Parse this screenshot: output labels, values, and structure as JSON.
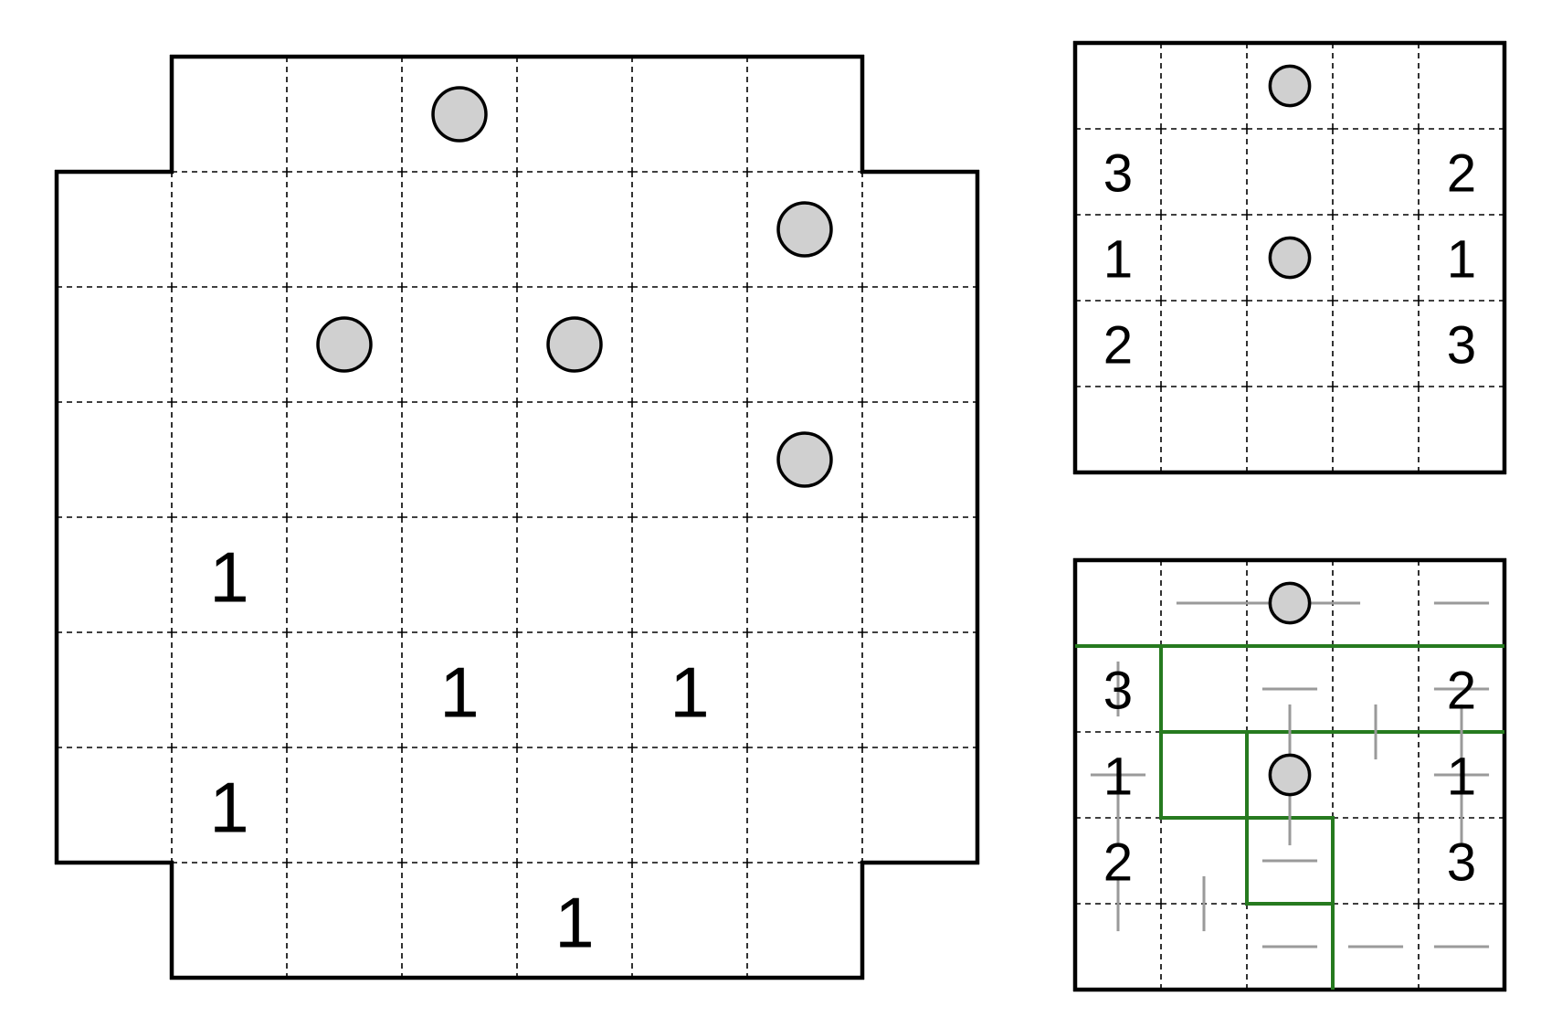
{
  "colors": {
    "background": "#ffffff",
    "border": "#000000",
    "grid_dashed": "#000000",
    "circle_fill": "#d0d0d0",
    "circle_stroke": "#000000",
    "clue_text": "#000000",
    "solution_line": "#267a1f",
    "hint_mark": "#9a9a9a"
  },
  "main_puzzle": {
    "shape": "8x8 grid with the four corner cells removed",
    "rows": 8,
    "cols": 8,
    "missing_cells": [
      [
        0,
        0
      ],
      [
        0,
        7
      ],
      [
        7,
        0
      ],
      [
        7,
        7
      ]
    ],
    "circles": [
      [
        0,
        3
      ],
      [
        1,
        6
      ],
      [
        2,
        2
      ],
      [
        2,
        4
      ],
      [
        3,
        6
      ]
    ],
    "clues": [
      {
        "row": 4,
        "col": 1,
        "value": "1"
      },
      {
        "row": 5,
        "col": 3,
        "value": "1"
      },
      {
        "row": 5,
        "col": 5,
        "value": "1"
      },
      {
        "row": 6,
        "col": 1,
        "value": "1"
      },
      {
        "row": 7,
        "col": 4,
        "value": "1"
      }
    ]
  },
  "example_puzzle": {
    "rows": 5,
    "cols": 5,
    "circles": [
      [
        0,
        2
      ],
      [
        2,
        2
      ]
    ],
    "clues": [
      {
        "row": 1,
        "col": 0,
        "value": "3"
      },
      {
        "row": 1,
        "col": 4,
        "value": "2"
      },
      {
        "row": 2,
        "col": 0,
        "value": "1"
      },
      {
        "row": 2,
        "col": 4,
        "value": "1"
      },
      {
        "row": 3,
        "col": 0,
        "value": "2"
      },
      {
        "row": 3,
        "col": 4,
        "value": "3"
      }
    ]
  },
  "solution_puzzle": {
    "rows": 5,
    "cols": 5,
    "circles": [
      [
        0,
        2
      ],
      [
        2,
        2
      ]
    ],
    "clues": [
      {
        "row": 1,
        "col": 0,
        "value": "3"
      },
      {
        "row": 1,
        "col": 4,
        "value": "2"
      },
      {
        "row": 2,
        "col": 0,
        "value": "1"
      },
      {
        "row": 2,
        "col": 4,
        "value": "1"
      },
      {
        "row": 3,
        "col": 0,
        "value": "2"
      },
      {
        "row": 3,
        "col": 4,
        "value": "3"
      }
    ],
    "region_borders": [
      [
        [
          0,
          1
        ],
        [
          5,
          1
        ]
      ],
      [
        [
          1,
          1
        ],
        [
          1,
          2
        ],
        [
          2,
          2
        ],
        [
          2,
          3
        ],
        [
          3,
          3
        ],
        [
          3,
          5
        ]
      ],
      [
        [
          1,
          3
        ],
        [
          2,
          3
        ],
        [
          2,
          4
        ],
        [
          3,
          4
        ]
      ],
      [
        [
          5,
          2
        ],
        [
          1,
          2
        ],
        [
          1,
          3
        ],
        [
          3,
          3
        ]
      ]
    ],
    "hint_marks": [
      {
        "row": 0,
        "col": 1,
        "dir": "h"
      },
      {
        "row": 0,
        "col": 2,
        "dir": "h-left"
      },
      {
        "row": 0,
        "col": 2,
        "dir": "h-right"
      },
      {
        "row": 0,
        "col": 4,
        "dir": "h"
      },
      {
        "row": 1,
        "col": 2,
        "dir": "h"
      },
      {
        "row": 1,
        "col": 4,
        "dir": "h"
      },
      {
        "row": 1,
        "col": 0,
        "dir": "v"
      },
      {
        "row": 1,
        "col": 2,
        "dir": "v-low"
      },
      {
        "row": 1,
        "col": 3,
        "dir": "v-low"
      },
      {
        "row": 1,
        "col": 4,
        "dir": "v-low"
      },
      {
        "row": 2,
        "col": 0,
        "dir": "h"
      },
      {
        "row": 2,
        "col": 4,
        "dir": "h"
      },
      {
        "row": 2,
        "col": 0,
        "dir": "v-low"
      },
      {
        "row": 2,
        "col": 2,
        "dir": "v-low"
      },
      {
        "row": 2,
        "col": 4,
        "dir": "v-low"
      },
      {
        "row": 3,
        "col": 2,
        "dir": "h"
      },
      {
        "row": 3,
        "col": 0,
        "dir": "v-low"
      },
      {
        "row": 3,
        "col": 1,
        "dir": "v-low"
      },
      {
        "row": 4,
        "col": 2,
        "dir": "h"
      },
      {
        "row": 4,
        "col": 3,
        "dir": "h"
      },
      {
        "row": 4,
        "col": 4,
        "dir": "h"
      }
    ]
  }
}
